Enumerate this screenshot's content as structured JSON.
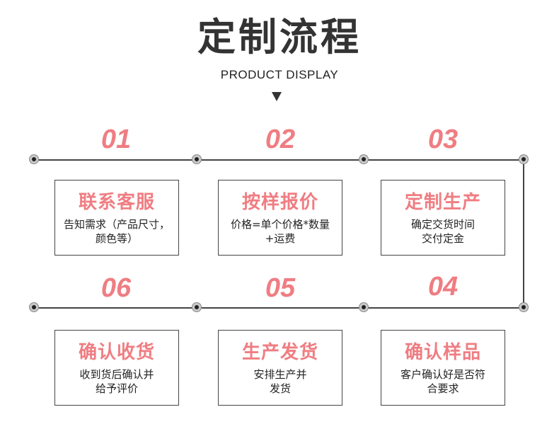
{
  "title": "定制流程",
  "subtitle": "PRODUCT DISPLAY",
  "steps": [
    {
      "number": "01",
      "title": "联系客服",
      "desc": "告知需求（产品尺寸，颜色等）"
    },
    {
      "number": "02",
      "title": "按样报价",
      "desc": "价格=单个价格*数量+运费"
    },
    {
      "number": "03",
      "title": "定制生产",
      "desc": "确定交货时间交付定金"
    },
    {
      "number": "04",
      "title": "确认样品",
      "desc": "客户确认好是否符合要求"
    },
    {
      "number": "05",
      "title": "生产发货",
      "desc": "安排生产并发货"
    },
    {
      "number": "06",
      "title": "确认收货",
      "desc": "收到货后确认并给予评价"
    }
  ],
  "colors": {
    "accent": "#ef7d82",
    "text": "#333333",
    "line": "#444444"
  }
}
